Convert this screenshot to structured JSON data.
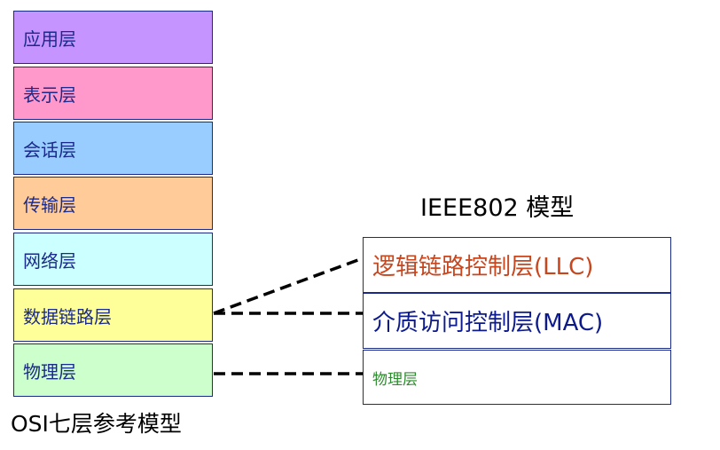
{
  "osi": {
    "caption": "OSI七层参考模型",
    "layers": [
      {
        "label": "应用层"
      },
      {
        "label": "表示层"
      },
      {
        "label": "会话层"
      },
      {
        "label": "传输层"
      },
      {
        "label": "网络层"
      },
      {
        "label": "数据链路层"
      },
      {
        "label": "物理层"
      }
    ]
  },
  "ieee802": {
    "title": "IEEE802 模型",
    "layers": [
      {
        "label": "逻辑链路控制层(LLC)",
        "color": "#c8461e"
      },
      {
        "label": "介质访问控制层(MAC)",
        "color": "#0d1a8c"
      },
      {
        "label": "物理层",
        "color": "#2e8a2e"
      }
    ]
  },
  "colors": {
    "application": "#c694ff",
    "presentation": "#ff99cc",
    "session": "#99ccff",
    "transport": "#ffcc99",
    "network": "#ccffff",
    "datalink": "#ffff99",
    "physical": "#ccffcc",
    "border": "#1a2a8a"
  }
}
